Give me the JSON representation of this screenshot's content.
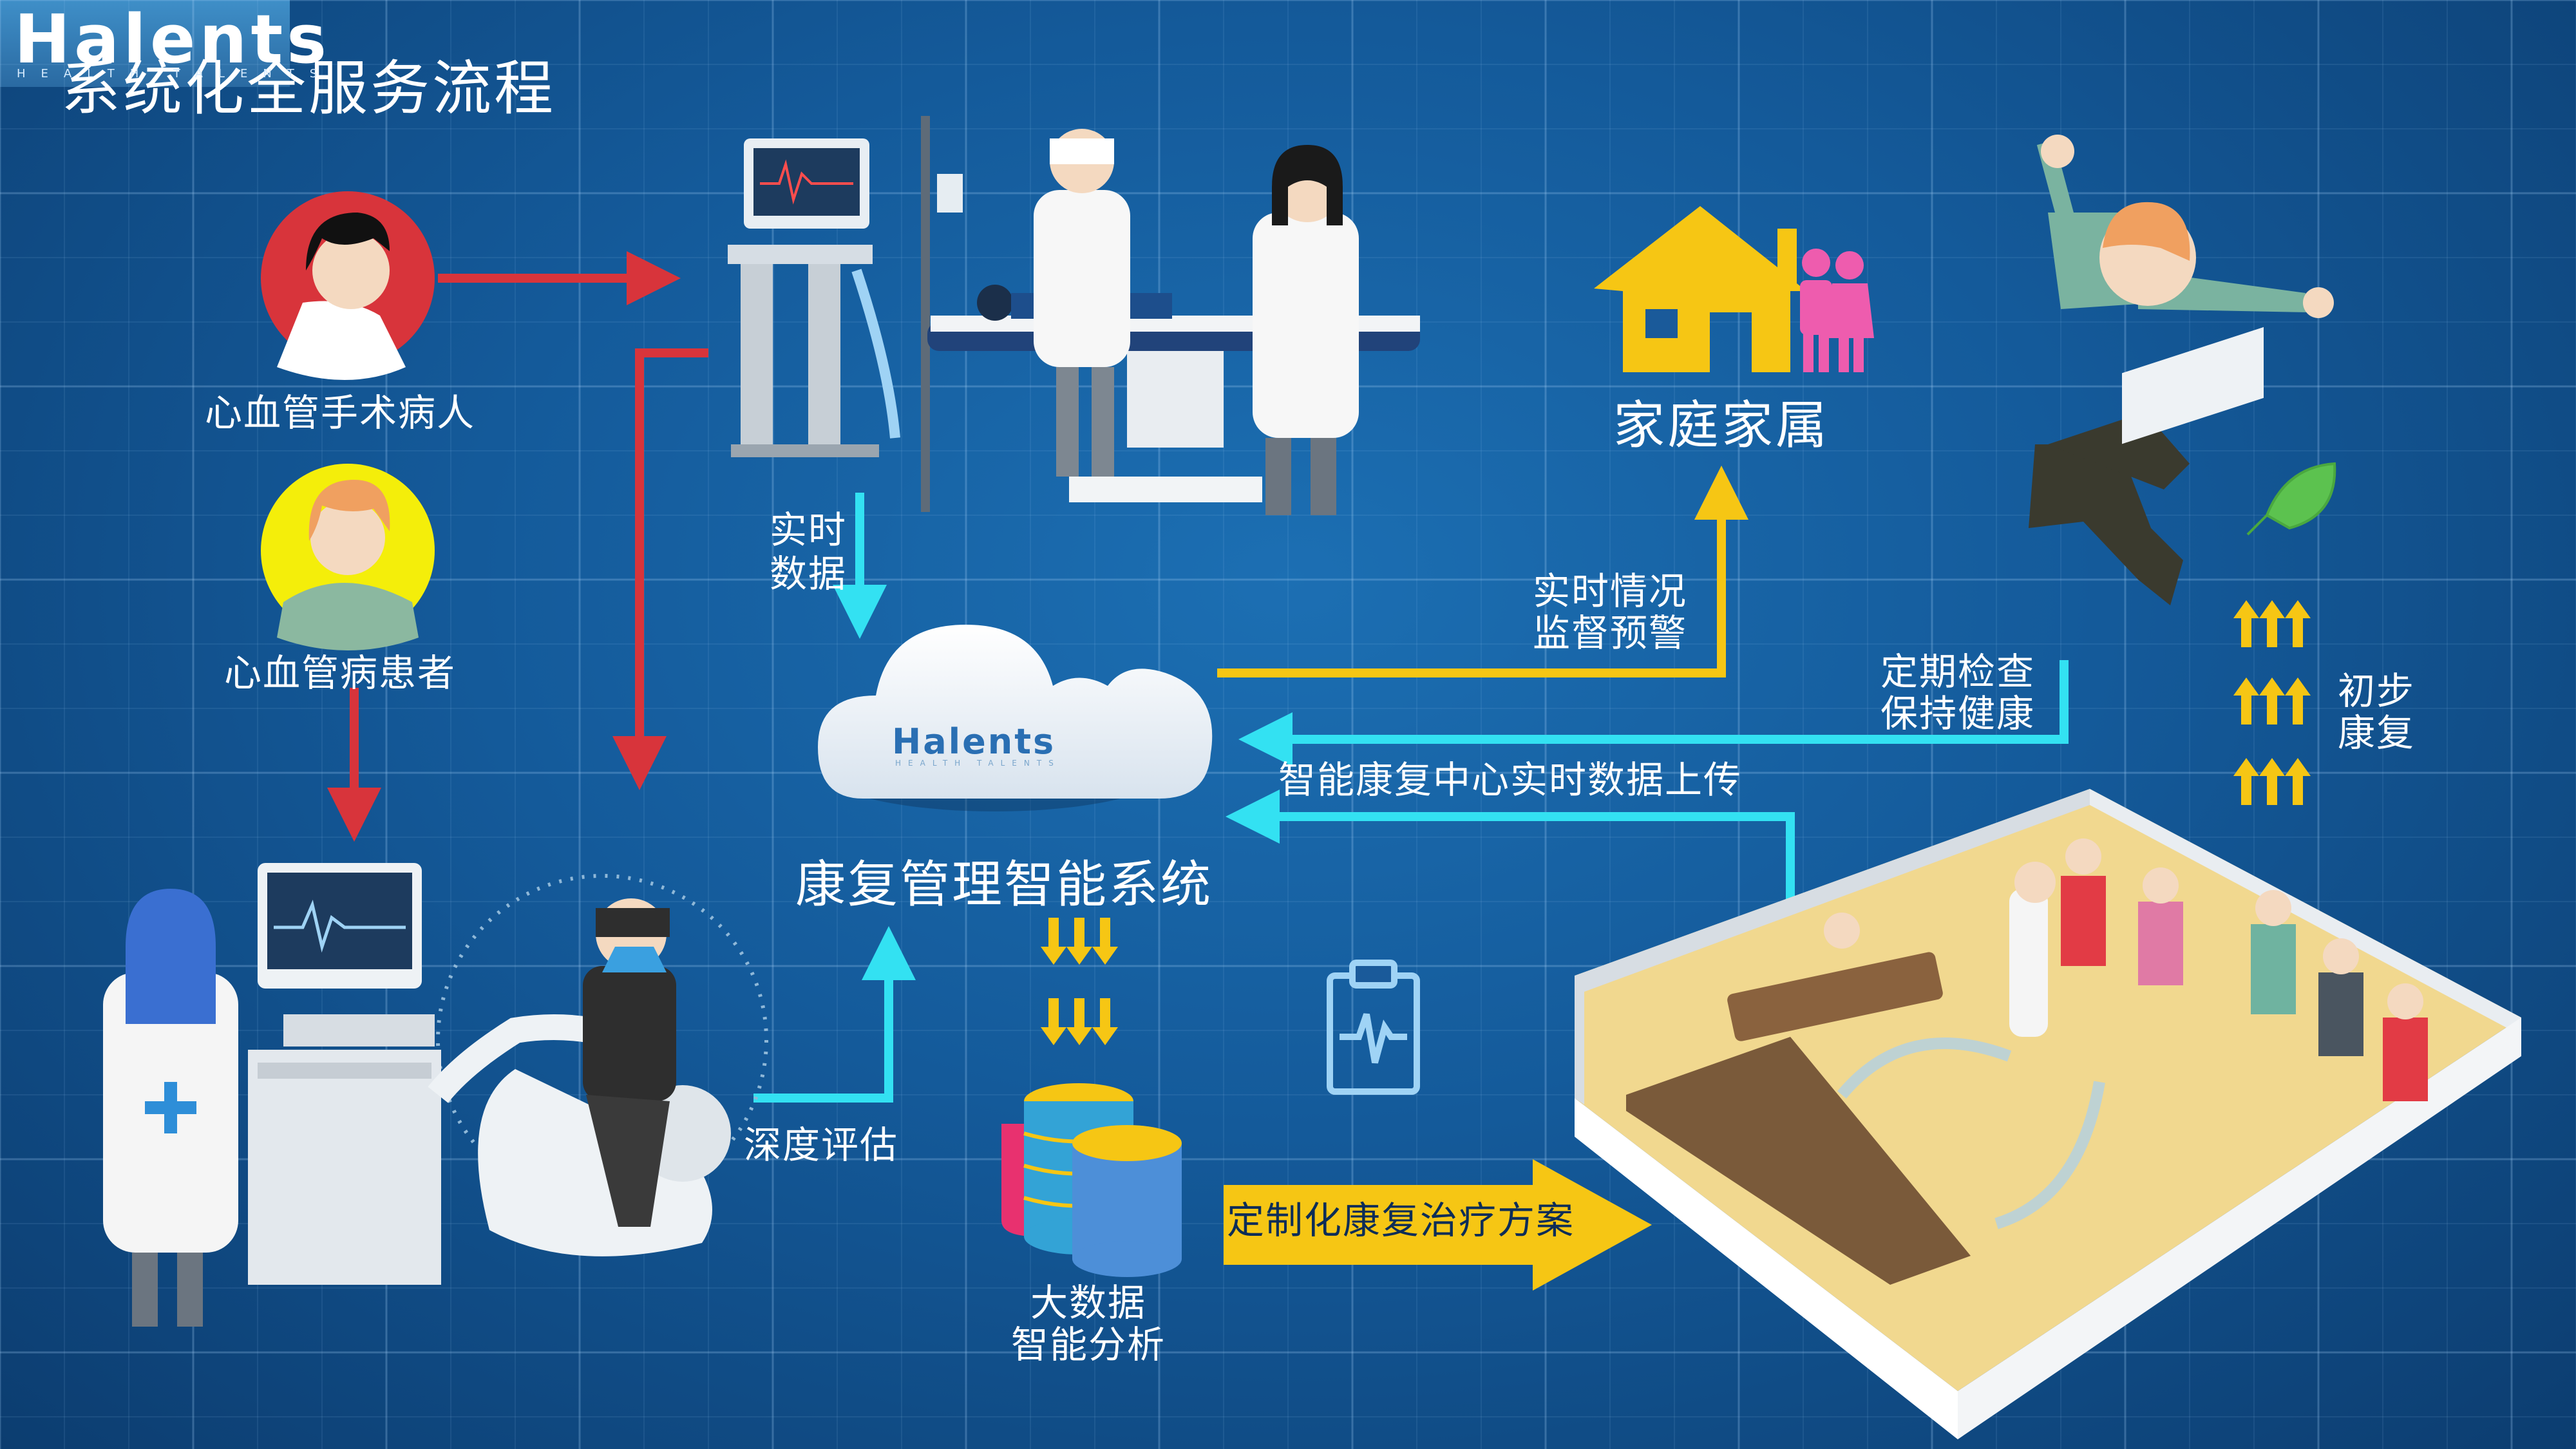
{
  "title": "系统化全服务流程",
  "logo": {
    "word": "Halents",
    "sub": "HEALTH TALENTS"
  },
  "cloud_logo": {
    "word": "Halents",
    "sub": "HEALTH TALENTS"
  },
  "labels": {
    "cardio_surgery_patient": "心血管手术病人",
    "cardio_patient": "心血管病患者",
    "realtime_data_1": "实时",
    "realtime_data_2": "数据",
    "family": "家庭家属",
    "realtime_monitor_1": "实时情况",
    "realtime_monitor_2": "监督预警",
    "regular_check_1": "定期检查",
    "regular_check_2": "保持健康",
    "upload": "智能康复中心实时数据上传",
    "system": "康复管理智能系统",
    "deep_eval": "深度评估",
    "bigdata_1": "大数据",
    "bigdata_2": "智能分析",
    "custom_plan": "定制化康复治疗方案",
    "initial_recovery_1": "初步",
    "initial_recovery_2": "康复"
  },
  "colors": {
    "red_arrow": "#d8343b",
    "cyan_arrow": "#33e1f2",
    "yellow_arrow": "#f6c614",
    "house": "#f6c614",
    "family_figures": "#ee5cae",
    "leaf": "#5cc24f"
  },
  "icons": [
    "patient-avatar-male",
    "patient-avatar-female",
    "operating-room-illustration",
    "cloud-icon",
    "house-icon",
    "family-icon",
    "jumping-man-illustration",
    "leaf-icon",
    "clipboard-ecg-icon",
    "database-icon",
    "rehab-center-illustration",
    "assessment-scene-illustration"
  ]
}
